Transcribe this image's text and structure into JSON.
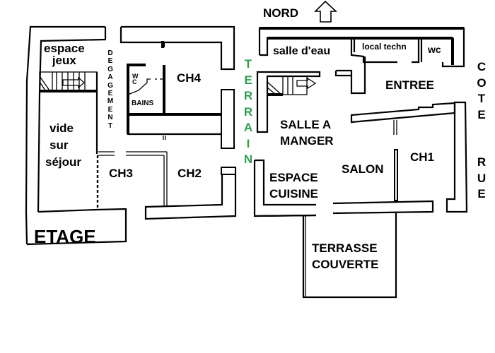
{
  "plan": {
    "compass_label": "NORD",
    "compass_icon": "north-arrow-icon",
    "level_label": "ETAGE",
    "terrain_label": "TERRAIN",
    "street_side_label": [
      "COTE",
      "RUE"
    ],
    "colors": {
      "walls": "#000000",
      "terrain_text": "#2e9e4f",
      "background": "#ffffff"
    }
  },
  "upper_floor": {
    "rooms": {
      "espace_jeux": [
        "espace",
        "jeux"
      ],
      "degagement": "DEGAGEMENT",
      "wc": [
        "W",
        "C"
      ],
      "bains": "BAINS",
      "ch4": "CH4",
      "vide_sur_sejour": [
        "vide",
        "sur",
        "séjour"
      ],
      "ch3": "CH3",
      "ch2": "CH2"
    }
  },
  "ground_floor": {
    "rooms": {
      "salle_eau": "salle d'eau",
      "local_techn": "local techn",
      "wc": "wc",
      "entree": "ENTREE",
      "salle_a_manger": [
        "SALLE A",
        "MANGER"
      ],
      "espace_cuisine": [
        "ESPACE",
        "CUISINE"
      ],
      "salon": "SALON",
      "ch1": "CH1",
      "terrasse_couverte": [
        "TERRASSE",
        "COUVERTE"
      ]
    }
  }
}
